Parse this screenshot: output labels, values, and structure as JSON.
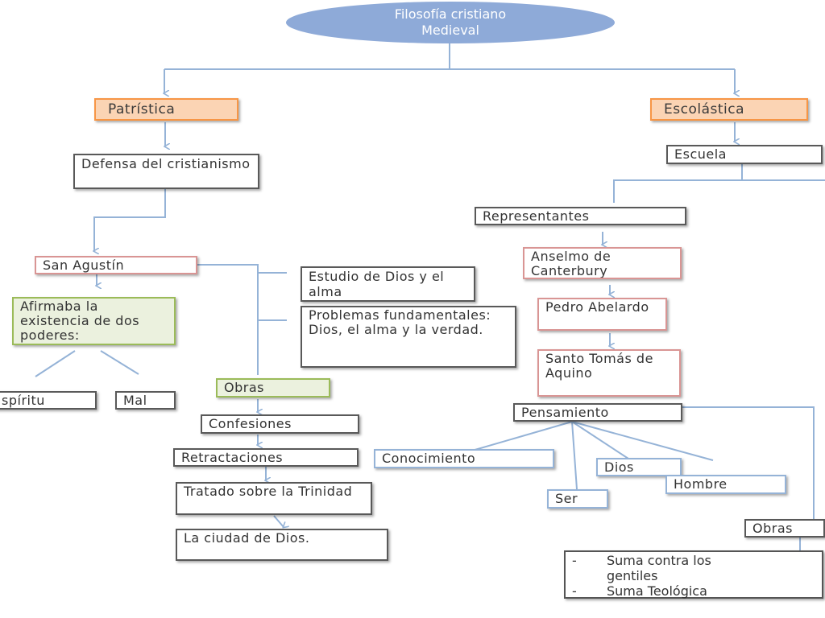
{
  "title": "Filosofía cristiano Medieval",
  "left_branch": {
    "heading": "Patrística",
    "defense": "Defensa del cristianismo",
    "author": "San Agustín",
    "study": "Estudio de Dios y el alma",
    "problems": "Problemas fundamentales: Dios, el alma y la verdad.",
    "dualism": "Afirmaba la existencia de dos poderes:",
    "spirit": "spíritu",
    "evil": "Mal",
    "works_label": "Obras",
    "works": [
      "Confesiones",
      "Retractaciones",
      "Tratado sobre la Trinidad",
      "La ciudad de Dios."
    ]
  },
  "right_branch": {
    "heading": "Escolástica",
    "school": "Escuela",
    "representatives_label": "Representantes",
    "representatives": [
      "Anselmo de Canterbury",
      "Pedro Abelardo",
      "Santo Tomás de Aquino"
    ],
    "thought_label": "Pensamiento",
    "thought_topics": [
      "Conocimiento",
      "Ser",
      "Dios",
      "Hombre"
    ],
    "works_label": "Obras",
    "works": [
      "Suma contra los",
      "gentiles",
      "Suma Teológica"
    ]
  },
  "colors": {
    "connector": "#95b3d7",
    "title_fill": "#8eaad8",
    "heading_fill": "#fbd4b4",
    "heading_border": "#f79646",
    "green_fill": "#ebf1de",
    "green_border": "#9bbb59",
    "red_border": "#d99594",
    "dark_border": "#595959"
  }
}
